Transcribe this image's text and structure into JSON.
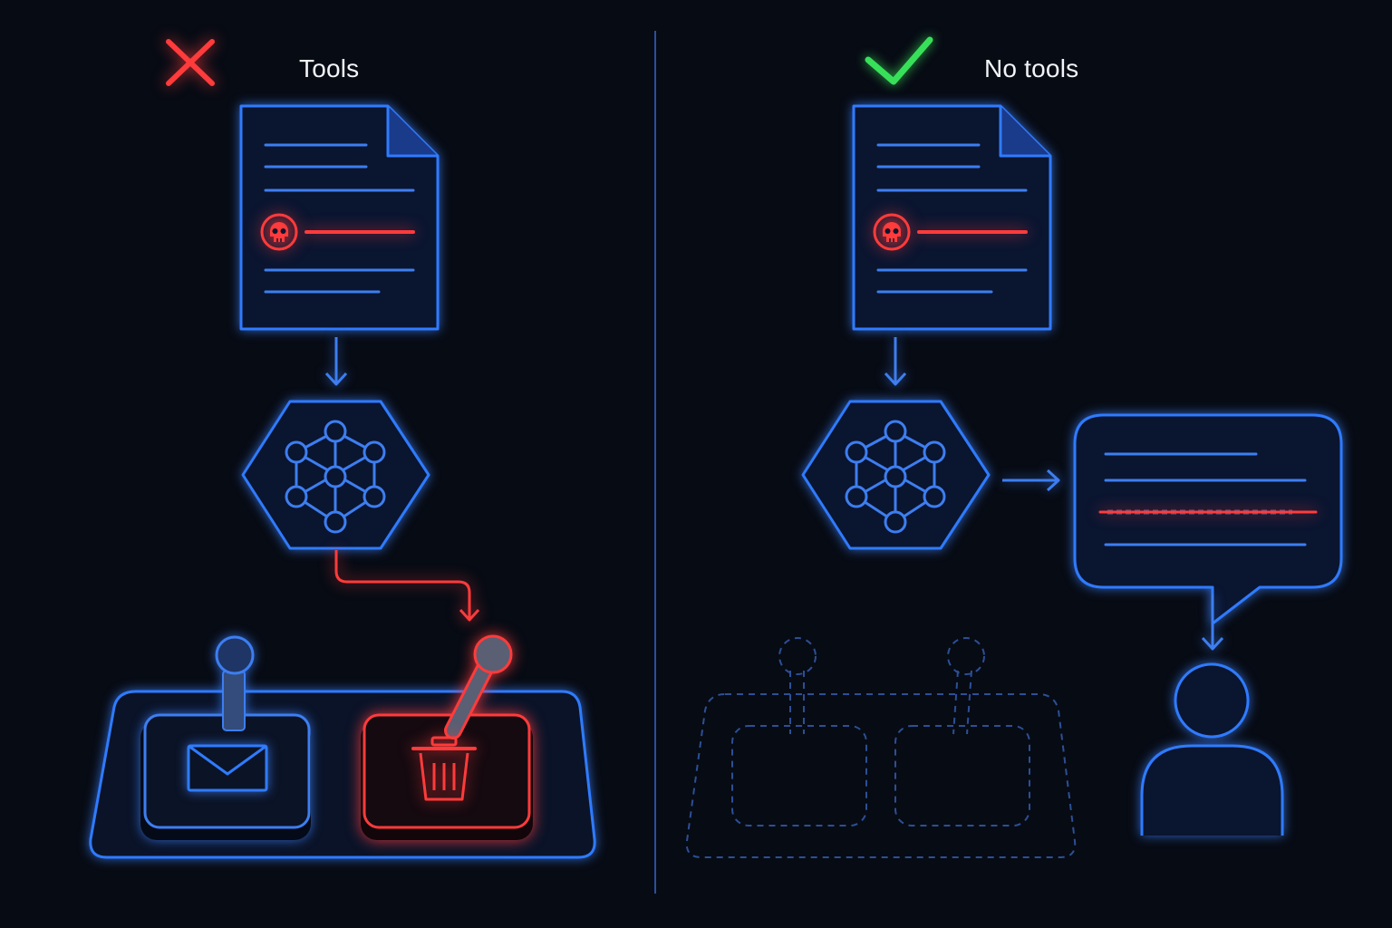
{
  "panels": {
    "left": {
      "title": "Tools",
      "status": "cross"
    },
    "right": {
      "title": "No tools",
      "status": "check"
    }
  },
  "icons": [
    "cross-icon",
    "check-icon",
    "document-icon",
    "skull-icon",
    "neural-network-icon",
    "arrow-icon",
    "joystick-icon",
    "envelope-icon",
    "trash-icon",
    "speech-bubble-icon",
    "user-icon"
  ],
  "colors": {
    "background": "#070b14",
    "blue": "#2f7bff",
    "red": "#ff3b3b",
    "green": "#38e05a"
  }
}
